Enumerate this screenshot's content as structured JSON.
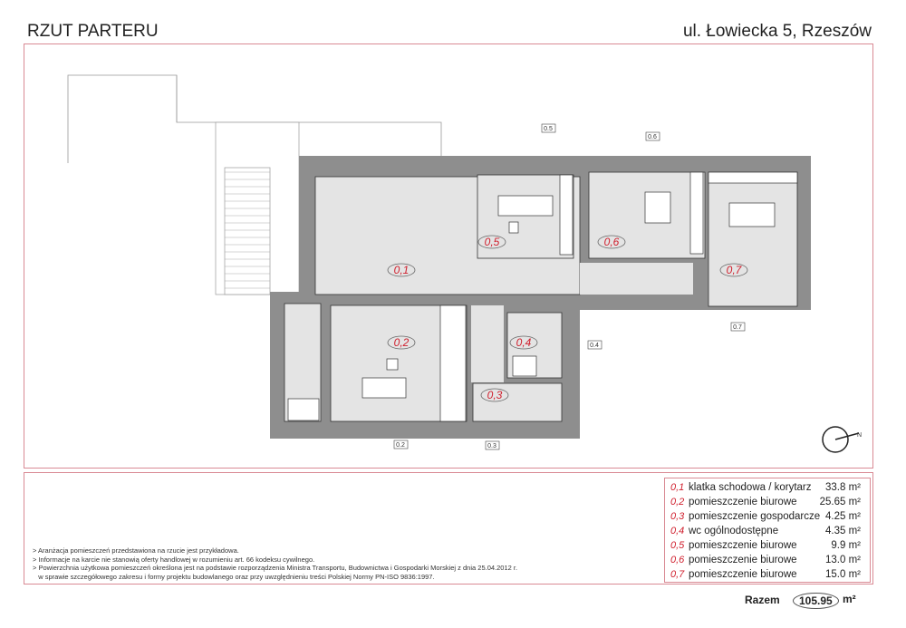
{
  "header": {
    "title": "RZUT PARTERU",
    "address": "ul. Łowiecka 5, Rzeszów"
  },
  "plan": {
    "room_labels": [
      "0,1",
      "0,2",
      "0,3",
      "0,4",
      "0,5",
      "0,6",
      "0,7"
    ],
    "window_tags": [
      "0.5",
      "0.6",
      "0.7",
      "0.4",
      "0.2",
      "0.3"
    ],
    "compass_label": "N",
    "colors": {
      "wall": "#8e8e8e",
      "floor": "#e4e4e4",
      "label": "#d0202e",
      "frame": "#d98a94"
    }
  },
  "notes": [
    "> Aranżacja pomieszczeń przedstawiona na rzucie jest przykładowa.",
    "> Informacje na karcie nie stanowią oferty handlowej w rozumieniu art. 66 kodeksu cywilnego.",
    "> Powierzchnia użytkowa pomieszczeń określona jest na podstawie rozporządzenia Ministra Transportu, Budownictwa i Gospodarki Morskiej z dnia 25.04.2012 r.",
    "   w sprawie szczegółowego zakresu i formy projektu budowlanego oraz przy uwzględnieniu treści Polskiej Normy PN-ISO 9836:1997."
  ],
  "legend": [
    {
      "num": "0,1",
      "name": "klatka schodowa / korytarz",
      "area": "33.8 m²"
    },
    {
      "num": "0,2",
      "name": "pomieszczenie biurowe",
      "area": "25.65 m²"
    },
    {
      "num": "0,3",
      "name": "pomieszczenie gospodarcze",
      "area": "4.25 m²"
    },
    {
      "num": "0,4",
      "name": "wc ogólnodostępne",
      "area": "4.35 m²"
    },
    {
      "num": "0,5",
      "name": "pomieszczenie biurowe",
      "area": "9.9 m²"
    },
    {
      "num": "0,6",
      "name": "pomieszczenie biurowe",
      "area": "13.0 m²"
    },
    {
      "num": "0,7",
      "name": "pomieszczenie biurowe",
      "area": "15.0 m²"
    }
  ],
  "total": {
    "label": "Razem",
    "value": "105.95",
    "unit": "m²"
  }
}
